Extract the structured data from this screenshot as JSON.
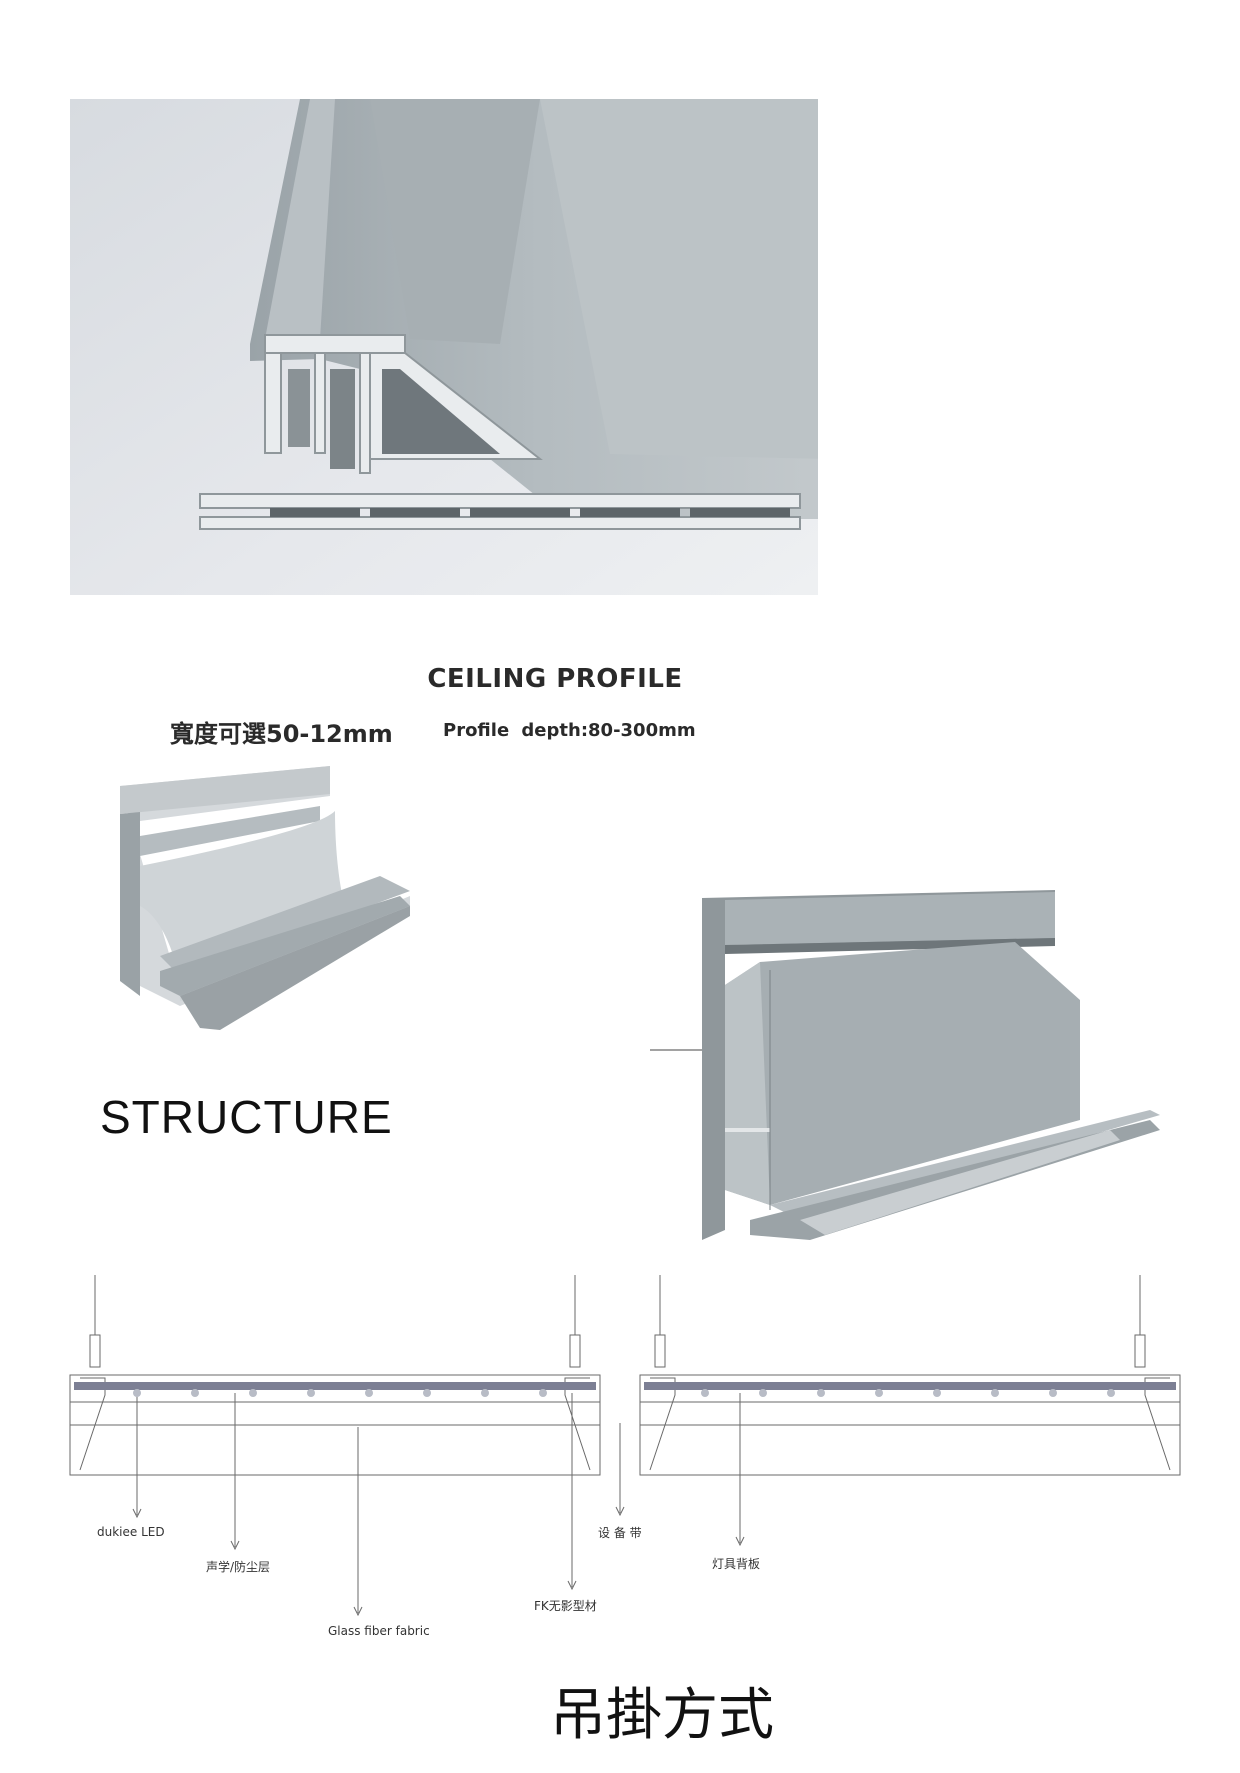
{
  "title": "CEILING  PROFILE",
  "width_spec": "寬度可選50-12mm",
  "depth_spec": "Profile  depth:80-300mm",
  "structure_heading": "STRUCTURE",
  "diagram_labels": {
    "led": "dukiee  LED",
    "acoustic": "声学/防尘层",
    "glass": "Glass fiber fabric",
    "fk_profile": "FK无影型材",
    "equipment_belt": "设 备 带",
    "lamp_backboard": "灯具背板"
  },
  "hanging_method": "吊掛方式",
  "colors": {
    "aluminium": "#a9b1b6",
    "aluminium_light": "#c8cdd0",
    "aluminium_dark": "#7f878c",
    "photo_bg": "#dfe2e6"
  }
}
